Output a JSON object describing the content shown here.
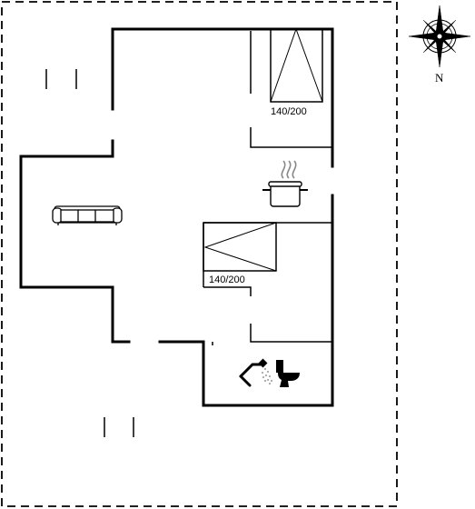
{
  "compass": {
    "north_label": "N"
  },
  "beds": [
    {
      "size_label": "140/200"
    },
    {
      "size_label": "140/200"
    }
  ],
  "icons": {
    "sofa": "sofa-icon",
    "cooking_pot": "cooking-pot-icon",
    "shower": "shower-icon",
    "toilet": "toilet-icon"
  },
  "colors": {
    "line": "#000000",
    "background": "#ffffff"
  }
}
